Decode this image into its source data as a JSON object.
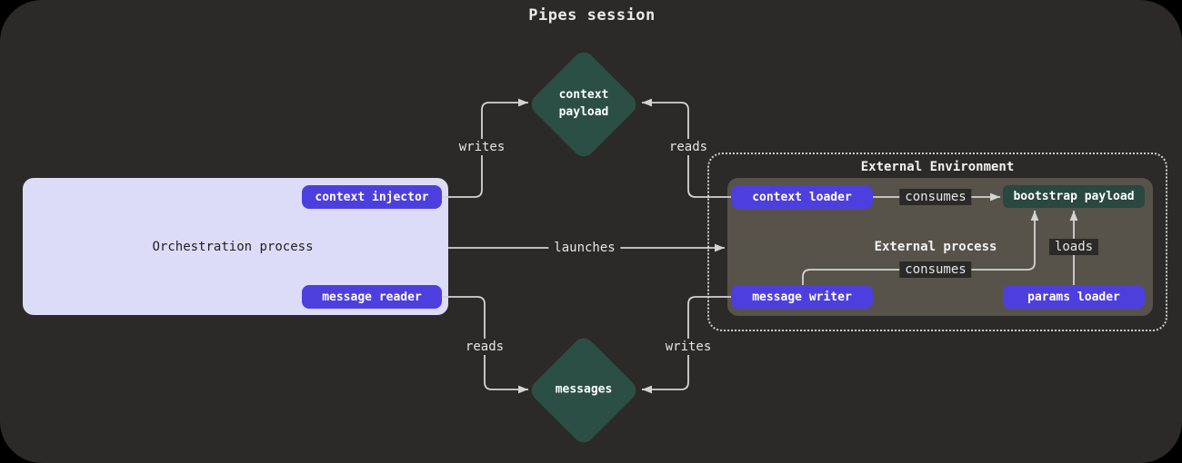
{
  "title": "Pipes session",
  "nodes": {
    "orchestration": {
      "label": "Orchestration process"
    },
    "context_injector": {
      "label": "context injector"
    },
    "message_reader": {
      "label": "message reader"
    },
    "context_payload": {
      "label": "context\npayload"
    },
    "messages": {
      "label": "messages"
    },
    "external_environment": {
      "label": "External Environment"
    },
    "external_process": {
      "label": "External process"
    },
    "context_loader": {
      "label": "context loader"
    },
    "bootstrap_payload": {
      "label": "bootstrap payload"
    },
    "message_writer": {
      "label": "message writer"
    },
    "params_loader": {
      "label": "params loader"
    }
  },
  "edges": {
    "writes_top": {
      "label": "writes"
    },
    "reads_top": {
      "label": "reads"
    },
    "launches": {
      "label": "launches"
    },
    "reads_bottom": {
      "label": "reads"
    },
    "writes_bottom": {
      "label": "writes"
    },
    "consumes_top": {
      "label": "consumes"
    },
    "consumes_bottom": {
      "label": "consumes"
    },
    "loads": {
      "label": "loads"
    }
  },
  "colors": {
    "canvas_background": "#2b2a28",
    "outer_background": "#000000",
    "node_purple": "#4d3fde",
    "node_green": "#2c4f45",
    "panel_lavender": "#dcdcf8",
    "panel_gray": "#57534a",
    "dashed_border": "#cfcfcf",
    "edge_line": "#d4d4d4"
  }
}
